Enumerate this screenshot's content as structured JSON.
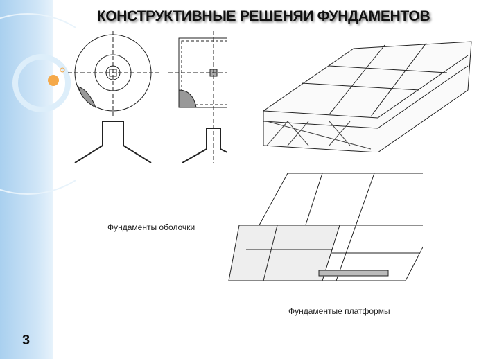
{
  "slide": {
    "title": "КОНСТРУКТИВНЫЕ РЕШЕНЯИ ФУНДАМЕНТОВ",
    "caption_shell": "Фундаменты оболочки",
    "caption_platform": "Фундаментые платформы",
    "page_number": "3"
  },
  "colors": {
    "sidebar": "#a9d0ef",
    "accent": "#f5a94a"
  }
}
